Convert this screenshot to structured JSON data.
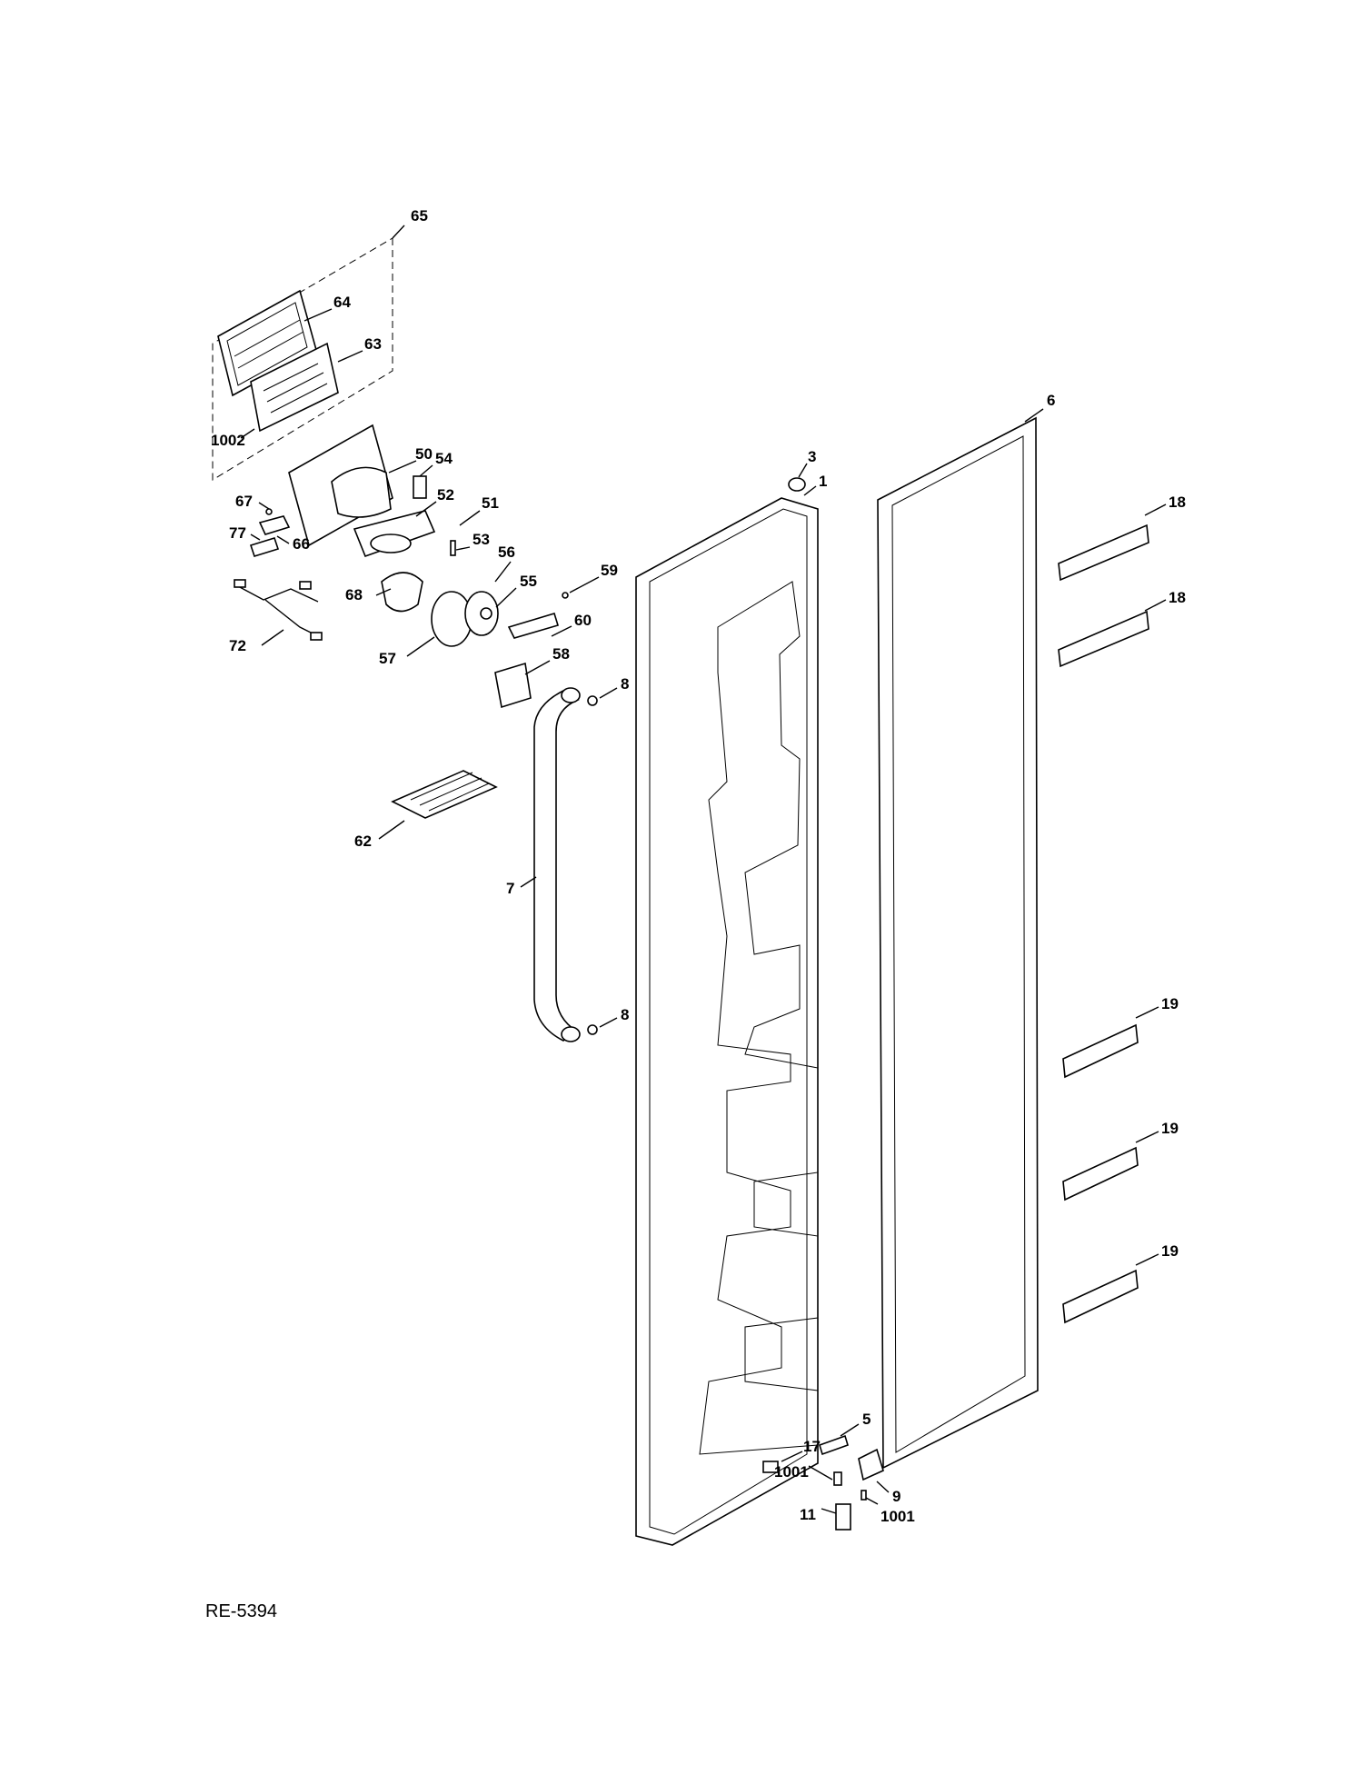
{
  "diagram": {
    "reference_code": "RE-5394",
    "parts": {
      "p65": "65",
      "p64": "64",
      "p63": "63",
      "p1002": "1002",
      "p50": "50",
      "p54": "54",
      "p67": "67",
      "p52": "52",
      "p51": "51",
      "p77": "77",
      "p66": "66",
      "p53": "53",
      "p56": "56",
      "p68": "68",
      "p55": "55",
      "p59": "59",
      "p72": "72",
      "p57": "57",
      "p60": "60",
      "p58": "58",
      "p8a": "8",
      "p8b": "8",
      "p62": "62",
      "p7": "7",
      "p3": "3",
      "p1": "1",
      "p6": "6",
      "p18a": "18",
      "p18b": "18",
      "p19a": "19",
      "p19b": "19",
      "p19c": "19",
      "p5": "5",
      "p17": "17",
      "p1001a": "1001",
      "p9": "9",
      "p11": "11",
      "p1001b": "1001"
    }
  }
}
